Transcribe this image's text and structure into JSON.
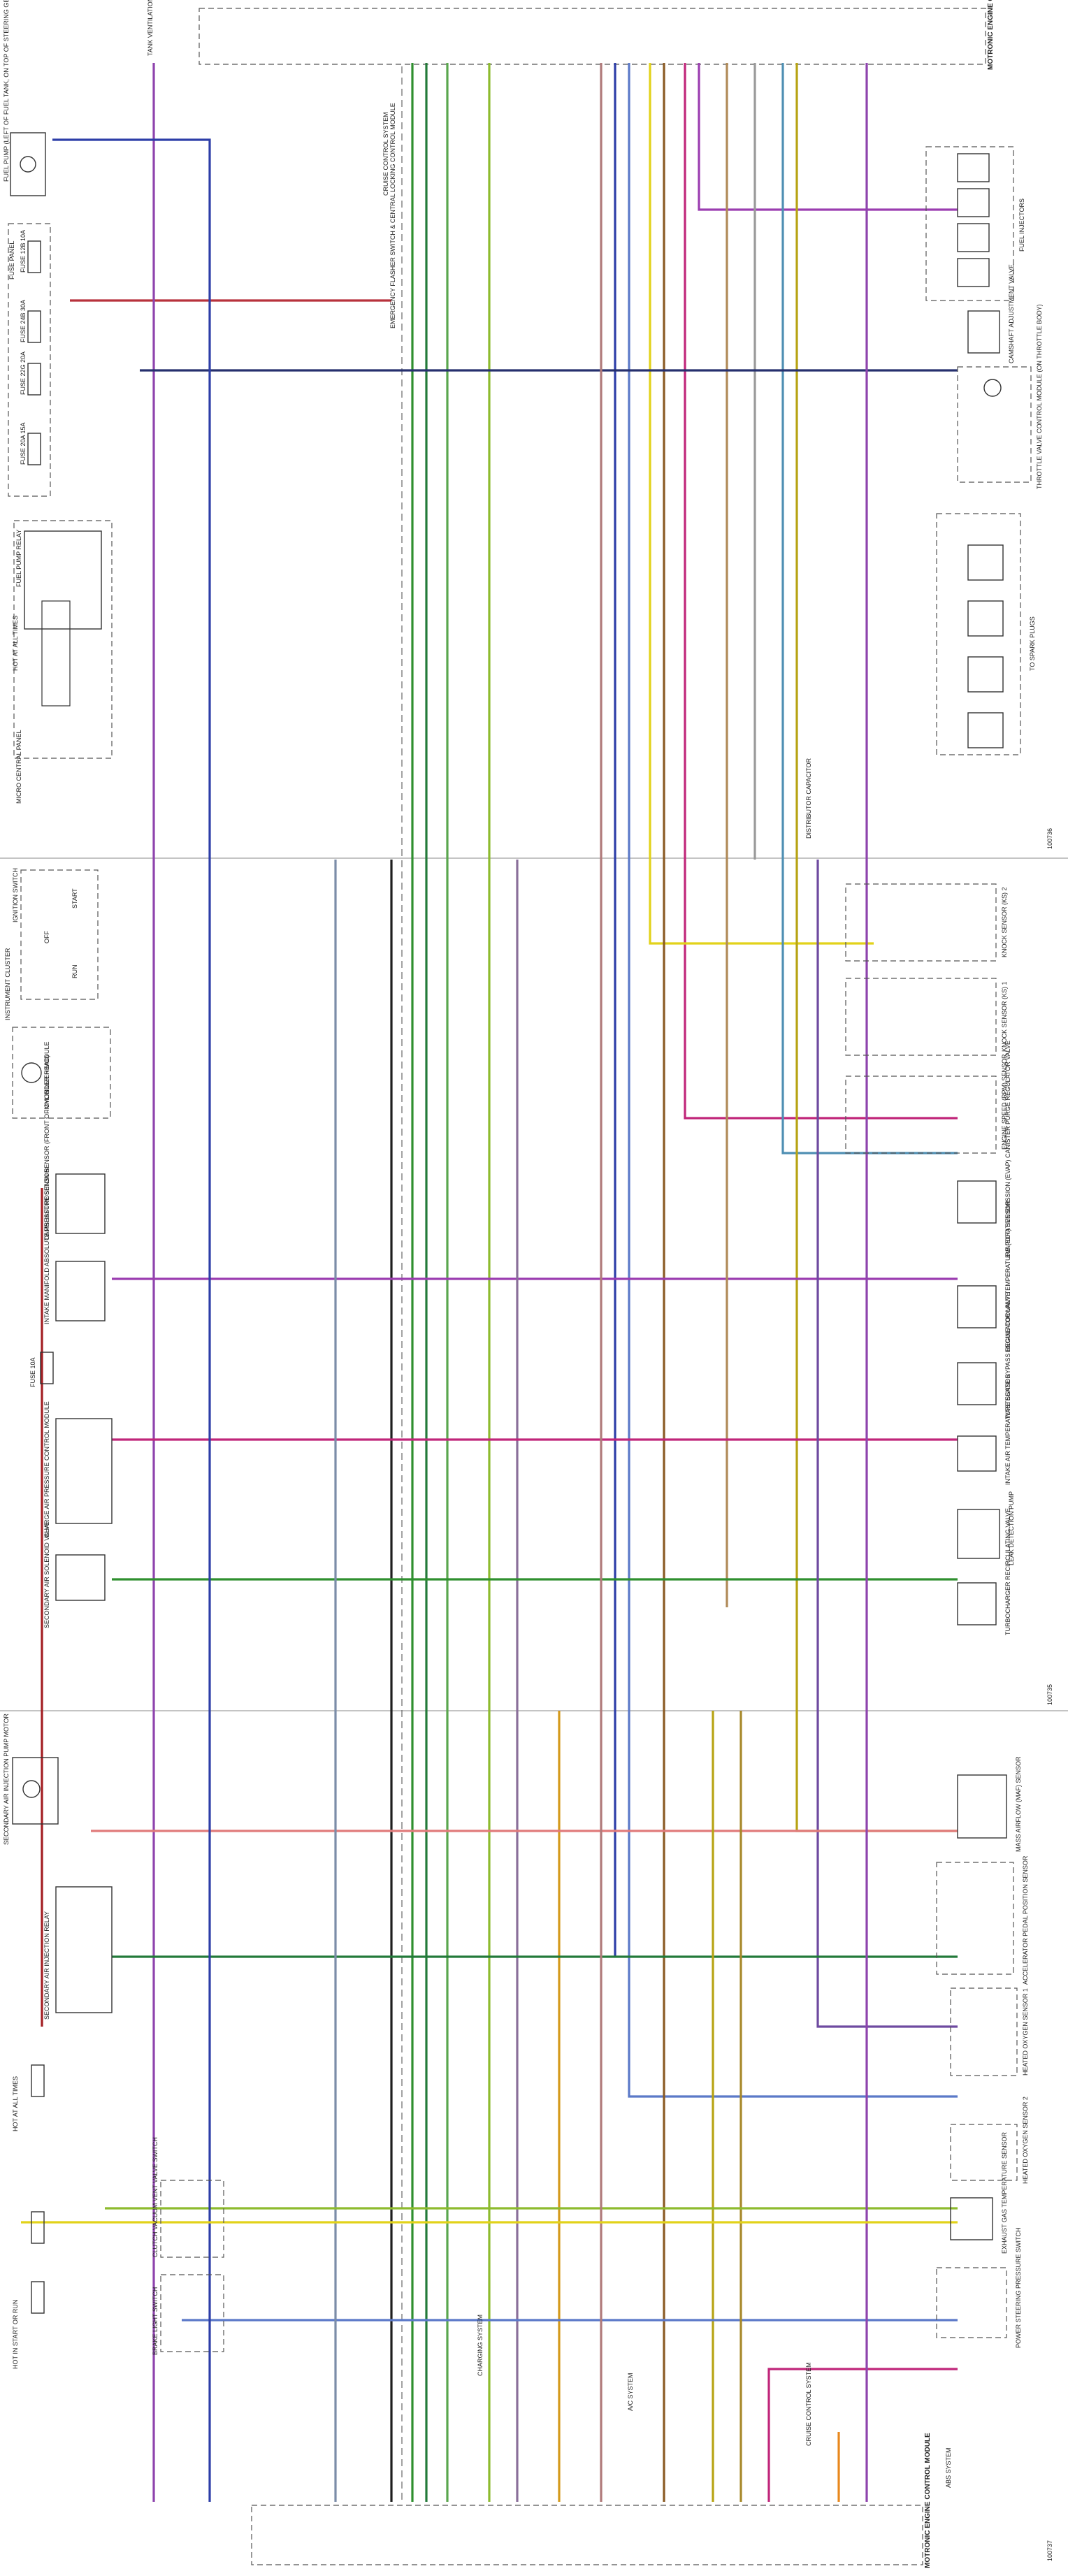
{
  "colors": {
    "VIO/RED": "#c0267a",
    "VIO/GRN": "#9b3db0",
    "RED/GRN": "#b8323c",
    "RED/BLK": "#a31e22",
    "GRN": "#2f8f2f",
    "GRN/WHT": "#5aa64e",
    "GRN/BLK": "#237a3a",
    "GRN/YEL": "#8dbb2e",
    "BLU": "#2d3ea8",
    "BLU/WHT": "#5b79c8",
    "BLU/YEL": "#4f8fb3",
    "BLU/BLK": "#26306e",
    "BLU/RED": "#6e4aa0",
    "YEL": "#e2d21a",
    "YEL/BLK": "#b7a313",
    "YEL/RED": "#d49a1c",
    "BRN": "#8a5a24",
    "BRN/WHT": "#b08a58",
    "BRN/YEL": "#a7882a",
    "BLK": "#1e1e1e",
    "GRY": "#9a9a9a",
    "WHT": "#c9c9c9",
    "WHT/RED": "#e07b7b",
    "ORN": "#e8881e",
    "VIO": "#8e44ad",
    "GRY/VIO": "#8a6f9a",
    "GRY/BLU": "#7b8da8",
    "GRY/RED": "#b07a7a"
  },
  "labels": {
    "tank_vent_valve": "TANK VENTILATION VALVE",
    "fuel_pump": "FUEL PUMP (LEFT OF FUEL TANK, ON TOP OF STEERING GEAR SUPPORT)",
    "fuse_panel": "FUSE PANEL",
    "fuse_12b": "FUSE 12B 10A",
    "fuse_24b": "FUSE 24B 30A",
    "fuse_22g": "FUSE 22G 20A",
    "fuse_20a": "FUSE 20A 15A",
    "fuel_pump_relay": "FUEL PUMP RELAY",
    "hot_at_all_times": "HOT AT ALL TIMES",
    "micro_central_panel": "MICRO CENTRAL PANEL",
    "ignition_switch": "IGNITION SWITCH",
    "ign_start": "START",
    "ign_off": "OFF",
    "ign_run": "RUN",
    "instrument_cluster": "INSTRUMENT CLUSTER",
    "immobilizer": "IMMOBILIZER MODULE",
    "camshaft_sensor": "CAMSHAFT POSITION SENSOR (FRONT OF CYLINDER HEAD)",
    "intake_manifold_sensor": "INTAKE MANIFOLD ABSOLUTE PRESSURE SENSOR",
    "fuse_10a": "FUSE 10A",
    "tank_vent_control": "CHARGE AIR PRESSURE CONTROL MODULE",
    "secondary_air_valve": "SECONDARY AIR SOLENOID VALVE",
    "secondary_air_pump": "SECONDARY AIR INJECTION PUMP MOTOR",
    "sai_relay": "SECONDARY AIR INJECTION RELAY",
    "brake_switch": "BRAKE LIGHT SWITCH",
    "clutch_switch": "CLUTCH VACUUM VENT VALVE SWITCH",
    "hot_in_start_or_run": "HOT IN START OR RUN",
    "motronic_ecm_top": "MOTRONIC ENGINE CONTROL MODULE",
    "motronic_ecm_bottom": "MOTRONIC ENGINE CONTROL MODULE",
    "emergency_flasher": "EMERGENCY FLASHER SWITCH & CENTRAL LOCKING CONTROL MODULE",
    "cruise_control": "CRUISE CONTROL SYSTEM",
    "fuel_injectors": "FUEL INJECTORS",
    "camshaft_adj_valve": "CAMSHAFT ADJUSTMENT VALVE",
    "throttle_valve": "THROTTLE VALVE CONTROL MODULE (ON THROTTLE BODY)",
    "to_spark_plugs": "TO SPARK PLUGS",
    "distributor_cap": "DISTRIBUTOR CAPACITOR",
    "knock_sensor_1": "KNOCK SENSOR (KS) 1",
    "knock_sensor_2": "KNOCK SENSOR (KS) 2",
    "engine_speed_sensor": "ENGINE SPEED (RPM) SENSOR",
    "evap_purge": "EVAPORATIVE EMISSION (EVAP) CANISTER PURGE REGULATOR VALVE",
    "ect_sensor": "ENGINE COOLANT TEMPERATURE (ECT) SENSOR",
    "wastegate_bypass": "WASTEGATE BYPASS REGULATOR VALVE",
    "iat_sensor": "INTAKE AIR TEMPERATURE SENSOR",
    "leak_detection": "LEAK DETECTION PUMP",
    "turbo_recirc": "TURBOCHARGER RECIRCULATING VALVE",
    "maf_sensor": "MASS AIRFLOW (MAF) SENSOR",
    "accel_pedal": "ACCELERATOR PEDAL POSITION SENSOR",
    "ho2s_1": "HEATED OXYGEN SENSOR 1",
    "ho2s_2": "HEATED OXYGEN SENSOR 2",
    "exhaust_temp": "EXHAUST GAS TEMPERATURE SENSOR",
    "power_steering": "POWER STEERING PRESSURE SWITCH",
    "abs_system": "ABS SYSTEM",
    "charging_system": "CHARGING SYSTEM",
    "ac_system": "A/C SYSTEM"
  },
  "codes": {
    "top_right": "100736",
    "mid_right": "100735",
    "bottom_right": "100737"
  }
}
